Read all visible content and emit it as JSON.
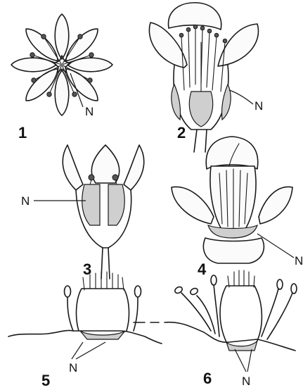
{
  "labels": {
    "fig1": "1",
    "fig2": "2",
    "fig3": "3",
    "fig4": "4",
    "fig5": "5",
    "fig6": "6",
    "nectary": "N"
  }
}
